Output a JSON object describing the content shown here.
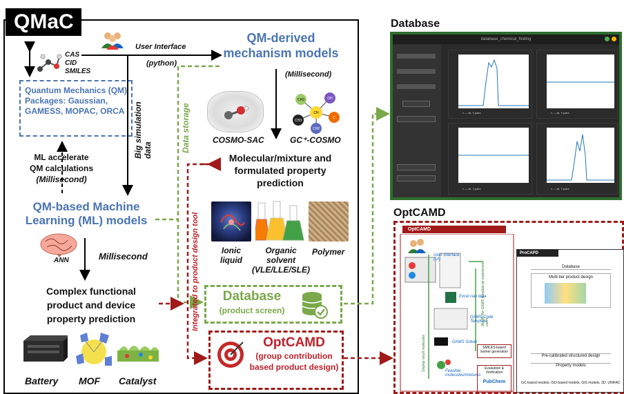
{
  "qmac": {
    "title": "QMaC",
    "identifiers": [
      "CAS",
      "CID",
      "SMILES"
    ],
    "user_interface": "User Interface",
    "python": "(python)",
    "big_simulation_data": "Big simulation data",
    "qm_packages": "Quantum Mechanics (QM) Packages: Gaussian, GAMESS, MOPAC, ORCA",
    "ml_accelerate_line1": "ML accelerate",
    "ml_accelerate_line2": "QM calculations",
    "ml_accelerate_line3": "(Millisecond)",
    "qm_derived_line1": "QM-derived",
    "qm_derived_line2": "mechanism models",
    "millisecond_paren": "(Millisecond)",
    "cosmo_sac": "COSMO-SAC",
    "gc_cosmo": "GC⁺-COSMO",
    "data_storage": "Data storage",
    "integrated_tool": "Integrated to product design tool",
    "molecular_line1": "Molecular/mixture and",
    "molecular_line2": "formulated property",
    "molecular_line3": "prediction",
    "qm_ml_line1": "QM-based Machine",
    "qm_ml_line2": "Learning (ML) models",
    "ionic_liquid_line1": "Ionic",
    "ionic_liquid_line2": "liquid",
    "organic_line1": "Organic",
    "organic_line2": "solvent",
    "organic_line3": "(VLE/LLE/SLE)",
    "polymer": "Polymer",
    "ann": "ANN",
    "millisecond": "Millisecond",
    "complex_line1": "Complex functional",
    "complex_line2": "product and device",
    "complex_line3": "property prediction",
    "database_line1": "Database",
    "database_line2": "(product screen)",
    "optcamd_line1": "OptCAMD",
    "optcamd_line2": "(group contribution",
    "optcamd_line3": "based product design)",
    "battery": "Battery",
    "mof": "MOF",
    "catalyst": "Catalyst",
    "cosmo_groups": [
      "CH3",
      "CH2",
      "CH",
      "C",
      "OH",
      "CH3"
    ]
  },
  "database_panel": {
    "title": "Database",
    "window_title": "database_chemical_finding",
    "plot_labels": [
      "x — all, Y-pairs",
      "x — all, Y-pairs",
      "x — all, Y-pairs",
      "x — all, Y-pairs"
    ]
  },
  "optcamd_panel": {
    "title": "OptCAMD",
    "inner_title": "OptCAMD",
    "user_interface": "User Interface (UI)",
    "excel": "Excel raw data",
    "gams_code": "GAMS Code Template",
    "gams_solver": "GAMS Solver",
    "modify": "Modify the GAMS template by experienced users",
    "display": "Display result molecules",
    "feasible": "Feasible molecules/mixtures",
    "smiles_gen": "SMILES-based isomer generation",
    "evaluation": "Evaluation & Verification",
    "procapd_title": "ProCAPD",
    "procapd_db": "Database",
    "procapd_multi": "Multi-tier product design",
    "procapd_props": "Property models",
    "procapd_struct": "Pre-calibrated structured design",
    "procapd_footer": "GC-based models, ISO-based models, GIS models, 3D, UNIFAC",
    "pubchem": "PubChem"
  },
  "colors": {
    "blue": "#4a74b4",
    "green": "#7aa84a",
    "dark_red": "#a01a1a",
    "db_border": "#2e6e2e"
  }
}
